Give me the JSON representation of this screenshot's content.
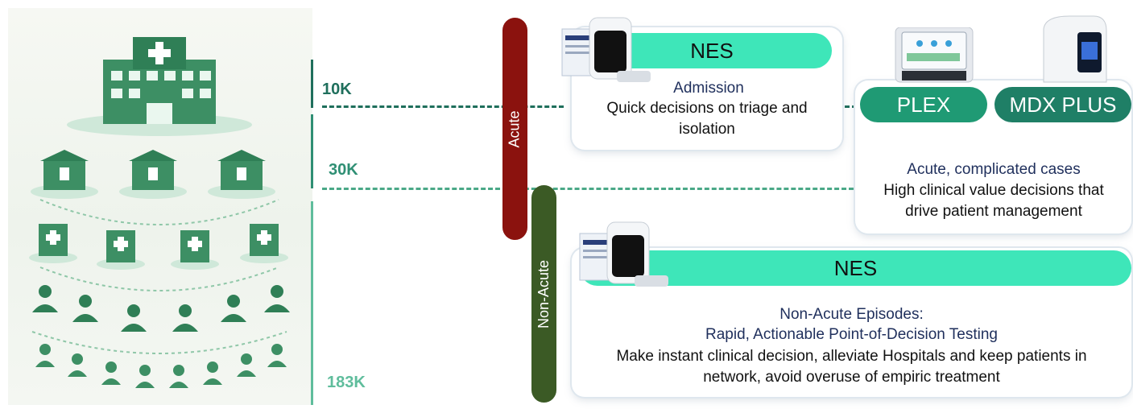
{
  "scale": {
    "tier1": "10K",
    "tier2": "30K",
    "tier3": "183K"
  },
  "acute": {
    "pill_label": "Acute",
    "card": {
      "badge": "NES",
      "heading": "Admission",
      "desc_line1": "Quick decisions on triage and",
      "desc_line2": "isolation"
    }
  },
  "complicated": {
    "badge_plex": "PLEX",
    "badge_mdx": "MDX PLUS",
    "heading": "Acute, complicated cases",
    "desc_line1": "High clinical value decisions that",
    "desc_line2": "drive patient management"
  },
  "nonacute": {
    "pill_label": "Non-Acute",
    "card": {
      "badge": "NES",
      "heading1": "Non-Acute Episodes:",
      "heading2": "Rapid, Actionable Point-of-Decision Testing",
      "desc_line1": "Make instant clinical decision, alleviate Hospitals and keep patients in",
      "desc_line2": "network, avoid overuse of empiric treatment"
    }
  },
  "colors": {
    "acute_red": "#8b120e",
    "nonacute_green": "#3b5a25",
    "teal_dark": "#1f6f5c",
    "teal_mid": "#2f8f74",
    "teal_light": "#5fbd9c",
    "badge_green": "#3ee6b9",
    "navy_text": "#1f2f5c"
  }
}
